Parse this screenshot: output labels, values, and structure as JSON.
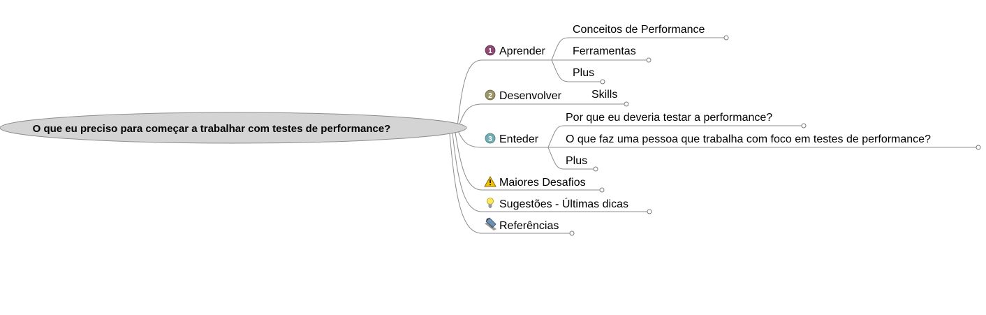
{
  "root": {
    "label": "O que eu preciso para começar a trabalhar com testes de performance?"
  },
  "branches": [
    {
      "label": "Aprender",
      "icon": "number-1-icon",
      "icon_text": "1",
      "children": [
        {
          "label": "Conceitos de Performance"
        },
        {
          "label": "Ferramentas"
        },
        {
          "label": "Plus"
        }
      ]
    },
    {
      "label": "Desenvolver",
      "icon": "number-2-icon",
      "icon_text": "2",
      "children": [
        {
          "label": "Skills"
        }
      ]
    },
    {
      "label": "Enteder",
      "icon": "number-3-icon",
      "icon_text": "3",
      "children": [
        {
          "label": "Por que eu deveria testar a performance?"
        },
        {
          "label": "O que faz uma pessoa que trabalha com foco em testes de performance?"
        },
        {
          "label": "Plus"
        }
      ]
    },
    {
      "label": "Maiores Desafios",
      "icon": "warning-icon",
      "children": []
    },
    {
      "label": "Sugestões - Últimas dicas",
      "icon": "lightbulb-icon",
      "children": []
    },
    {
      "label": "Referências",
      "icon": "pencil-icon",
      "children": []
    }
  ],
  "colors": {
    "root_fill": "#d4d4d4",
    "line": "#8c8c8c",
    "badge_1": "#8e4a72",
    "badge_2": "#9b9469",
    "badge_3": "#72aeb1"
  }
}
